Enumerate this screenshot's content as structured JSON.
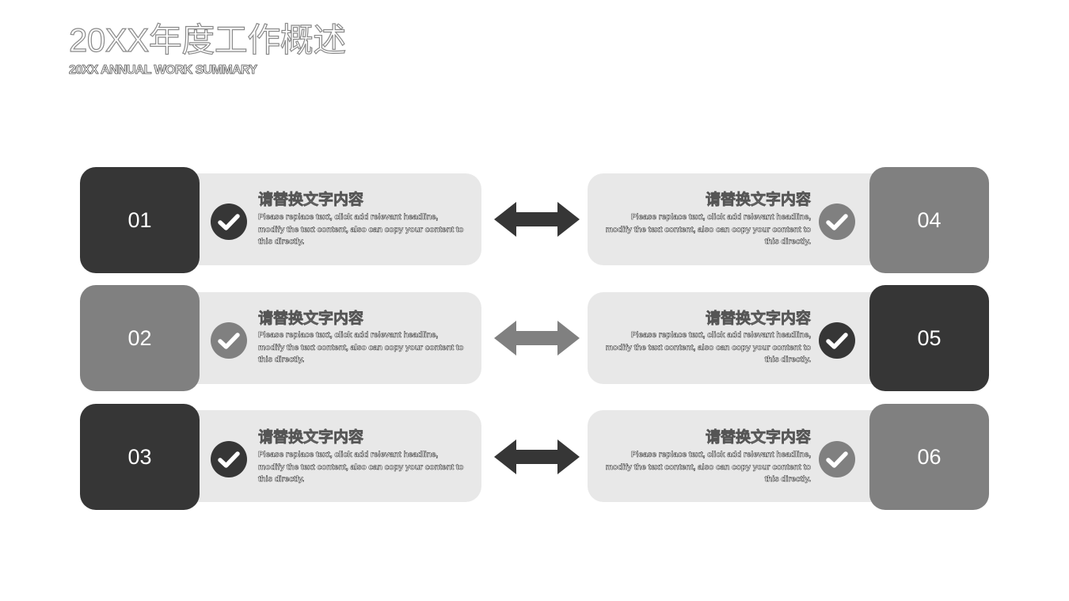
{
  "header": {
    "title": "20XX年度工作概述",
    "subtitle": "20XX ANNUAL WORK SUMMARY"
  },
  "items": [
    {
      "number": "01",
      "heading": "请替换文字内容",
      "body": "Please replace text, click add relevant headline, modify the text content, also can copy your content to this directly.",
      "tone": "#363636",
      "check_tone": "#363636",
      "check_icon": "checkmark-circle-icon"
    },
    {
      "number": "02",
      "heading": "请替换文字内容",
      "body": "Please replace text, click add relevant headline, modify the text content, also can copy your content to this directly.",
      "tone": "#808080",
      "check_tone": "#808080",
      "check_icon": "checkmark-circle-icon"
    },
    {
      "number": "03",
      "heading": "请替换文字内容",
      "body": "Please replace text, click add relevant headline, modify the text content, also can copy your content to this directly.",
      "tone": "#363636",
      "check_tone": "#363636",
      "check_icon": "checkmark-circle-icon"
    },
    {
      "number": "04",
      "heading": "请替换文字内容",
      "body": "Please replace text, click add relevant headline, modify the text content, also can copy your content to this directly.",
      "tone": "#808080",
      "check_tone": "#808080",
      "check_icon": "checkmark-circle-icon"
    },
    {
      "number": "05",
      "heading": "请替换文字内容",
      "body": "Please replace text, click add relevant headline, modify the text content, also can copy your content to this directly.",
      "tone": "#363636",
      "check_tone": "#363636",
      "check_icon": "checkmark-circle-icon"
    },
    {
      "number": "06",
      "heading": "请替换文字内容",
      "body": "Please replace text, click add relevant headline, modify the text content, also can copy your content to this directly.",
      "tone": "#808080",
      "check_tone": "#808080",
      "check_icon": "checkmark-circle-icon"
    }
  ],
  "arrows": [
    {
      "icon": "double-arrow-icon",
      "color": "#363636"
    },
    {
      "icon": "double-arrow-icon",
      "color": "#808080"
    },
    {
      "icon": "double-arrow-icon",
      "color": "#363636"
    }
  ]
}
